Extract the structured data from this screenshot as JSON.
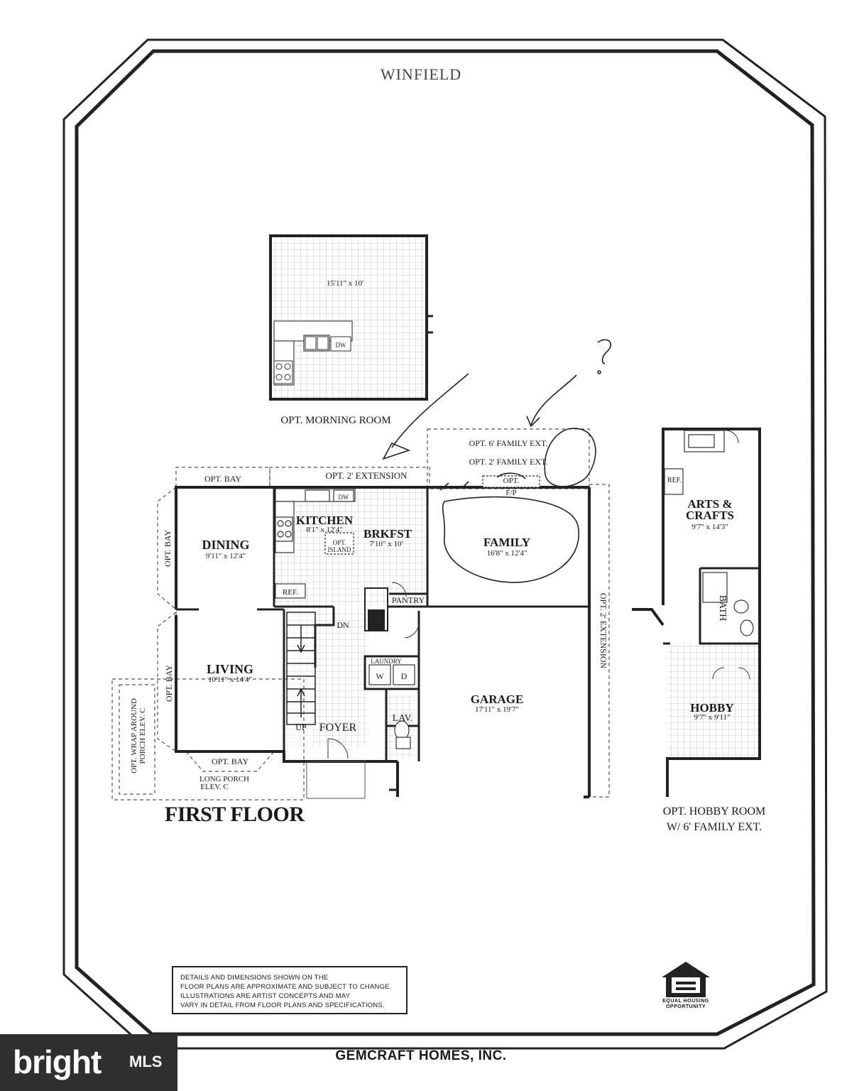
{
  "title": "WINFIELD",
  "floor_label": "FIRST FLOOR",
  "company": "GEMCRAFT HOMES, INC.",
  "disclaimer": [
    "DETAILS AND DIMENSIONS SHOWN ON THE",
    "FLOOR PLANS ARE APPROXIMATE AND SUBJECT TO CHANGE.",
    "ILLUSTRATIONS ARE ARTIST CONCEPTS AND MAY",
    "VARY IN DETAIL FROM FLOOR PLANS AND SPECIFICATIONS."
  ],
  "equal_housing": {
    "line1": "EQUAL HOUSING",
    "line2": "OPPORTUNITY"
  },
  "watermark": {
    "brand": "bright",
    "suffix": "MLS"
  },
  "morning_room": {
    "dims": "15'11\" x 10'",
    "dw": "DW",
    "caption": "OPT. MORNING ROOM"
  },
  "rooms": {
    "dining": {
      "name": "DINING",
      "dims": "9'11\" x 12'4\""
    },
    "kitchen": {
      "name": "KITCHEN",
      "dims": "8'1\" x 12'4\""
    },
    "island": {
      "line1": "OPT.",
      "line2": "ISLAND"
    },
    "brkfst": {
      "name": "BRKFST",
      "dims": "7'10\" x 10'"
    },
    "family": {
      "name": "FAMILY",
      "dims": "16'8\" x 12'4\""
    },
    "living": {
      "name": "LIVING",
      "dims": "10'11\" x 14'4\""
    },
    "garage": {
      "name": "GARAGE",
      "dims": "17'11\" x 19'7\""
    },
    "foyer": {
      "name": "FOYER"
    },
    "lav": {
      "name": "LAV."
    },
    "laundry": {
      "name": "LAUNDRY",
      "w": "W",
      "d": "D"
    },
    "pantry": {
      "name": "PANTRY"
    },
    "ref": {
      "name": "REF."
    },
    "dw": {
      "name": "DW"
    },
    "dn": "DN",
    "up": "UP",
    "fp": {
      "line1": "OPT.",
      "line2": "F/P"
    }
  },
  "options": {
    "bay_top": "OPT. BAY",
    "bay_left_upper": "OPT. BAY",
    "bay_left_lower": "OPT. BAY",
    "bay_bottom": "OPT. BAY",
    "extension_top": "OPT. 2' EXTENSION",
    "extension_right": "OPT. 2' EXTENSION",
    "family_ext_6": "OPT. 6' FAMILY EXT.",
    "family_ext_2": "OPT. 2' FAMILY EXT.",
    "wrap_porch_1": "OPT. WRAP AROUND",
    "wrap_porch_2": "PORCH ELEV. C",
    "long_porch_1": "LONG PORCH",
    "long_porch_2": "ELEV. C"
  },
  "hobby_plan": {
    "arts_1": "ARTS &",
    "arts_2": "CRAFTS",
    "arts_dims": "9'7\" x 14'3\"",
    "ref": "REF.",
    "bath": "BATH",
    "hobby": "HOBBY",
    "hobby_dims": "9'7\" x 9'11\"",
    "caption_1": "OPT. HOBBY ROOM",
    "caption_2": "W/ 6' FAMILY EXT."
  }
}
